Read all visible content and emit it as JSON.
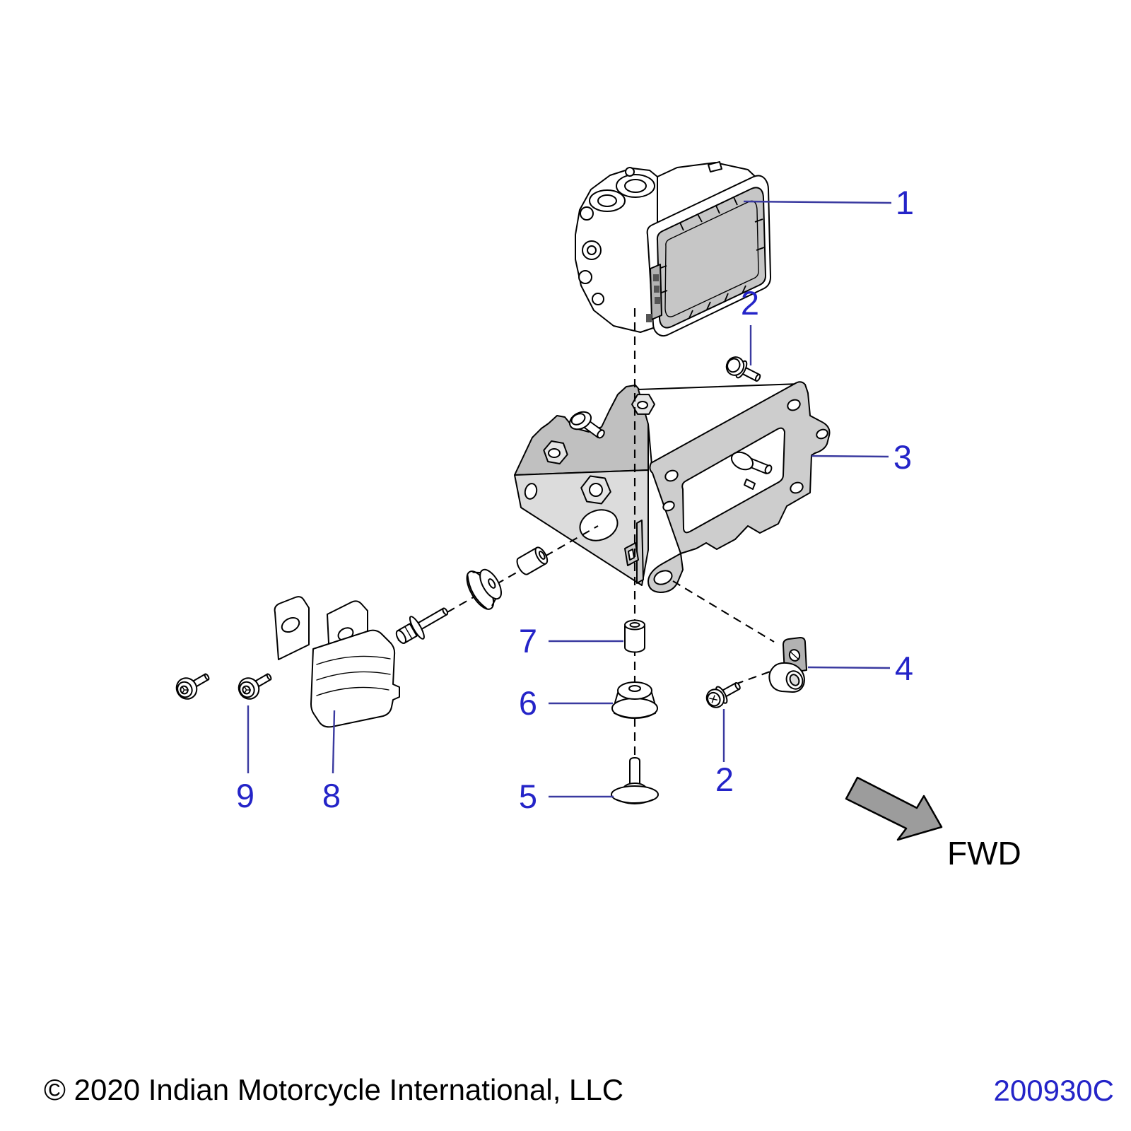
{
  "diagram_page": {
    "background_color": "#FFFFFF",
    "callouts": {
      "part1": "1",
      "part2_upper": "2",
      "part3": "3",
      "part4": "4",
      "part5": "5",
      "part6": "6",
      "part7": "7",
      "part2_lower": "2",
      "part8": "8",
      "part9": "9"
    },
    "direction_indicator": {
      "label": "FWD",
      "arrow_color": "#9c9c9c"
    },
    "colors": {
      "callout_text": "#2424C8",
      "leader_line": "#3A3AA0",
      "line_art": "#000000",
      "module_cover_gray": "#C6C6C6",
      "bracket_gray": "#CDCDCD"
    },
    "footer": {
      "copyright": "© 2020 Indian Motorcycle International, LLC",
      "drawing_number": "200930C"
    }
  }
}
